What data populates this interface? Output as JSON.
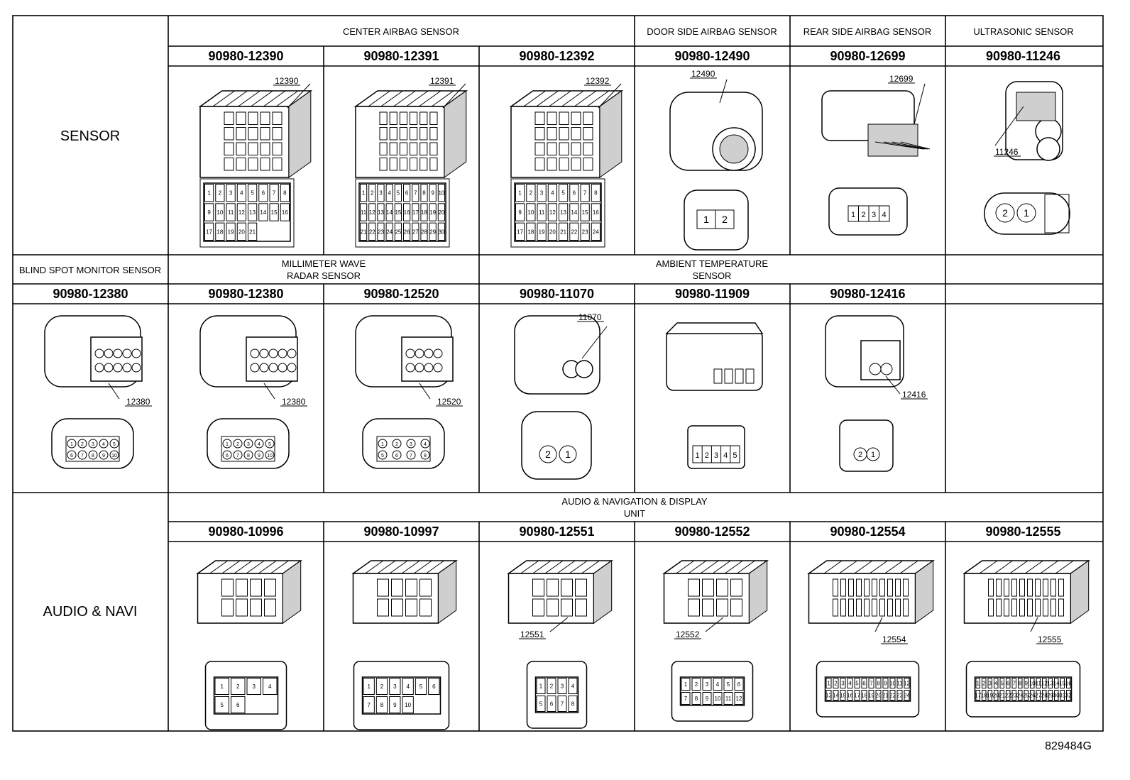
{
  "drawing_id": "829484G",
  "row_labels": [
    "SENSOR",
    "AUDIO & NAVI"
  ],
  "group_headers": {
    "center_airbag": "CENTER AIRBAG SENSOR",
    "door_side_airbag": "DOOR SIDE AIRBAG SENSOR",
    "rear_side_airbag": "REAR SIDE AIRBAG SENSOR",
    "ultrasonic": "ULTRASONIC SENSOR",
    "blind_spot": "BLIND SPOT MONITOR SENSOR",
    "mmwave_line1": "MILLIMETER WAVE",
    "mmwave_line2": "RADAR SENSOR",
    "ambient_line1": "AMBIENT TEMPERATURE",
    "ambient_line2": "SENSOR",
    "audio_line1": "AUDIO & NAVIGATION & DISPLAY",
    "audio_line2": "UNIT"
  },
  "connectors_row1": [
    {
      "part": "90980-12390",
      "callout": "12390",
      "type": "block",
      "pins": 21,
      "cols": 8
    },
    {
      "part": "90980-12391",
      "callout": "12391",
      "type": "block",
      "pins": 30,
      "cols": 10
    },
    {
      "part": "90980-12392",
      "callout": "12392",
      "type": "block",
      "pins": 24,
      "cols": 8
    },
    {
      "part": "90980-12490",
      "callout": "12490",
      "type": "round2",
      "pins": 2
    },
    {
      "part": "90980-12699",
      "callout": "12699",
      "type": "flat4",
      "pins": 4
    },
    {
      "part": "90980-11246",
      "callout": "11246",
      "type": "ultra",
      "pins": 2
    }
  ],
  "connectors_row2": [
    {
      "part": "90980-12380",
      "callout": "12380",
      "type": "bsm",
      "pins": 10
    },
    {
      "part": "90980-12380",
      "callout": "12380",
      "type": "bsm",
      "pins": 10
    },
    {
      "part": "90980-12520",
      "callout": "12520",
      "type": "bsm8",
      "pins": 8
    },
    {
      "part": "90980-11070",
      "callout": "11070",
      "type": "amb2",
      "pins": 2
    },
    {
      "part": "90980-11909",
      "callout": "",
      "type": "amb5",
      "pins": 5
    },
    {
      "part": "90980-12416",
      "callout": "12416",
      "type": "small2",
      "pins": 2
    }
  ],
  "connectors_row3": [
    {
      "part": "90980-10996",
      "callout": "",
      "type": "a6",
      "pins": 6
    },
    {
      "part": "90980-10997",
      "callout": "",
      "type": "a10",
      "pins": 10
    },
    {
      "part": "90980-12551",
      "callout": "12551",
      "type": "a8",
      "pins": 8
    },
    {
      "part": "90980-12552",
      "callout": "12552",
      "type": "a12",
      "pins": 12
    },
    {
      "part": "90980-12554",
      "callout": "12554",
      "type": "a24",
      "pins": 24
    },
    {
      "part": "90980-12555",
      "callout": "12555",
      "type": "a32",
      "pins": 32
    }
  ]
}
